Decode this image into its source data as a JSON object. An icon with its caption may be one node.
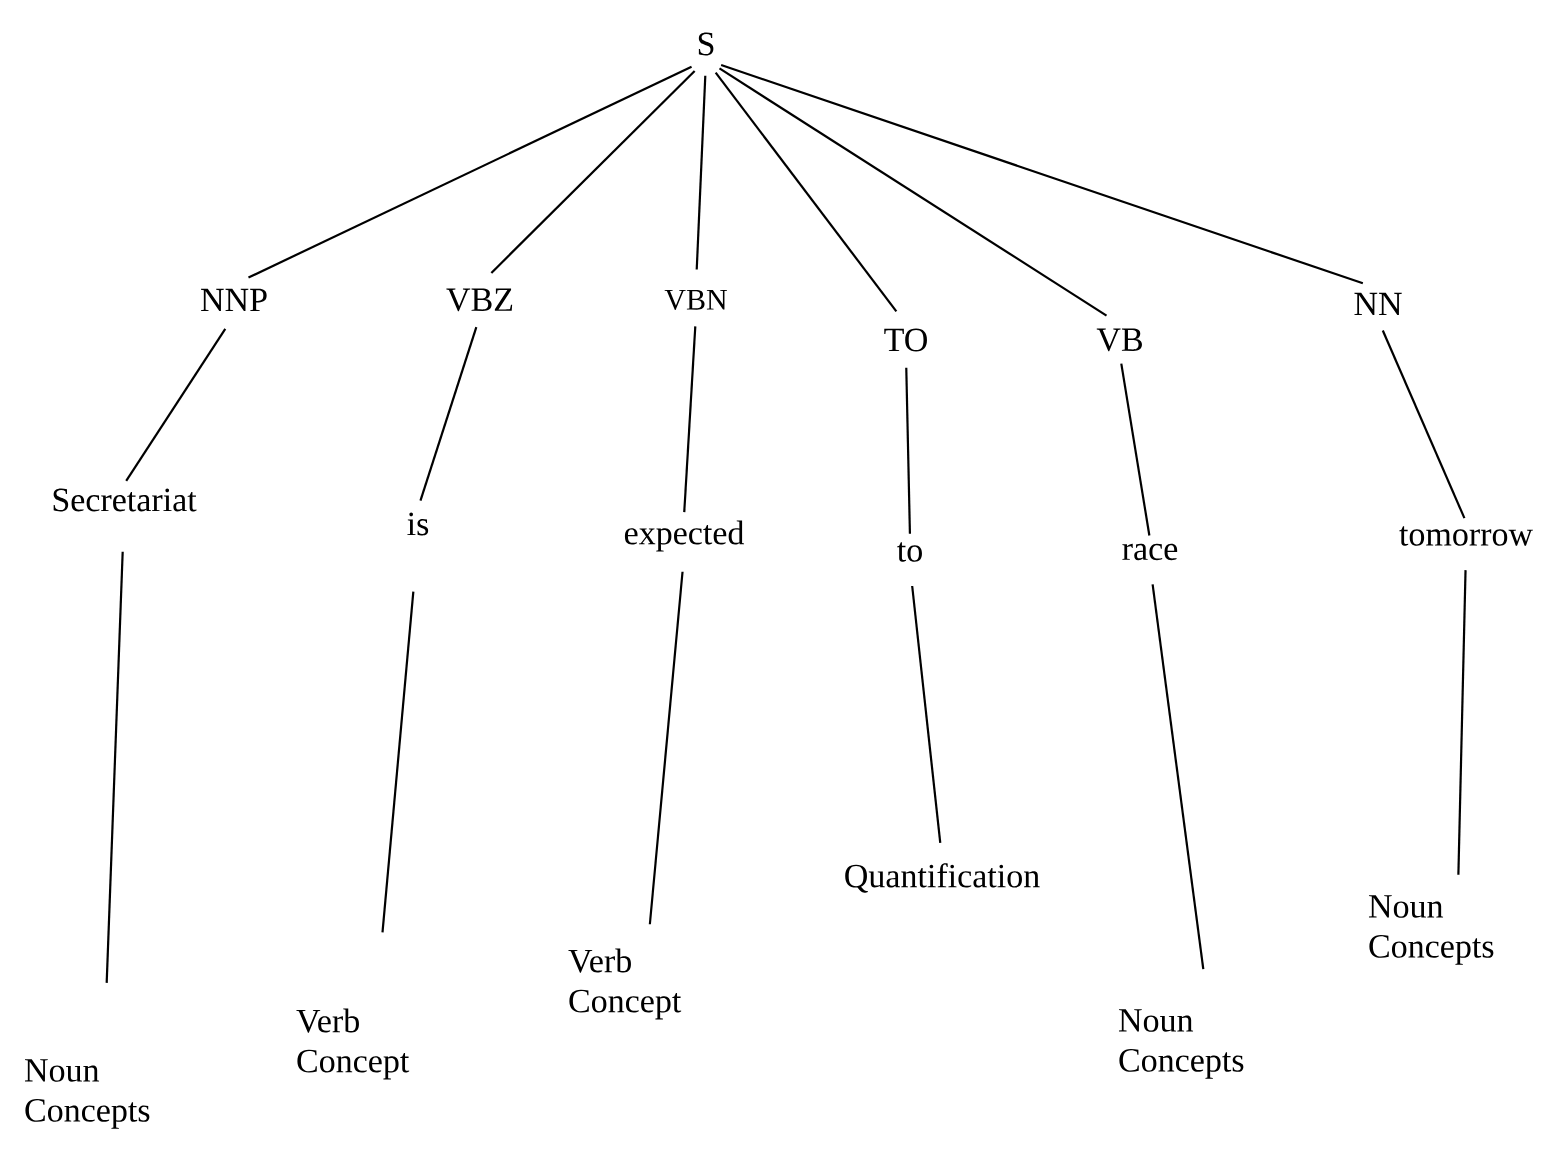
{
  "diagram": {
    "nodes": [
      {
        "text": [
          "S"
        ]
      },
      {
        "text": [
          "NNP"
        ]
      },
      {
        "text": [
          "VBZ"
        ]
      },
      {
        "text": [
          "VBN"
        ]
      },
      {
        "text": [
          "TO"
        ]
      },
      {
        "text": [
          "VB"
        ]
      },
      {
        "text": [
          "NN"
        ]
      },
      {
        "text": [
          "Secretariat"
        ]
      },
      {
        "text": [
          "is"
        ]
      },
      {
        "text": [
          "expected"
        ]
      },
      {
        "text": [
          "to"
        ]
      },
      {
        "text": [
          "race"
        ]
      },
      {
        "text": [
          "tomorrow"
        ]
      },
      {
        "text": [
          "Noun Concepts"
        ]
      },
      {
        "text": [
          "Verb Concept"
        ]
      },
      {
        "text": [
          "Verb Concept"
        ]
      },
      {
        "text": [
          "Quantification"
        ]
      },
      {
        "text": [
          "Noun Concepts"
        ]
      },
      {
        "text": [
          "Noun Concepts"
        ]
      }
    ],
    "edges": [
      {
        "from": 0,
        "to": 1,
        "arrow": "none"
      },
      {
        "from": 0,
        "to": 2,
        "arrow": "none"
      },
      {
        "from": 0,
        "to": 3,
        "arrow": "none"
      },
      {
        "from": 0,
        "to": 4,
        "arrow": "none"
      },
      {
        "from": 0,
        "to": 5,
        "arrow": "none"
      },
      {
        "from": 0,
        "to": 6,
        "arrow": "none"
      },
      {
        "from": 1,
        "to": 7,
        "arrow": "none"
      },
      {
        "from": 2,
        "to": 8,
        "arrow": "none"
      },
      {
        "from": 3,
        "to": 9,
        "arrow": "none"
      },
      {
        "from": 4,
        "to": 10,
        "arrow": "none"
      },
      {
        "from": 5,
        "to": 11,
        "arrow": "none"
      },
      {
        "from": 6,
        "to": 12,
        "arrow": "none"
      },
      {
        "from": 7,
        "to": 13,
        "arrow": "none"
      },
      {
        "from": 8,
        "to": 14,
        "arrow": "none"
      },
      {
        "from": 9,
        "to": 15,
        "arrow": "none"
      },
      {
        "from": 10,
        "to": 16,
        "arrow": "none"
      },
      {
        "from": 11,
        "to": 17,
        "arrow": "none"
      },
      {
        "from": 12,
        "to": 18,
        "arrow": "none"
      }
    ]
  }
}
